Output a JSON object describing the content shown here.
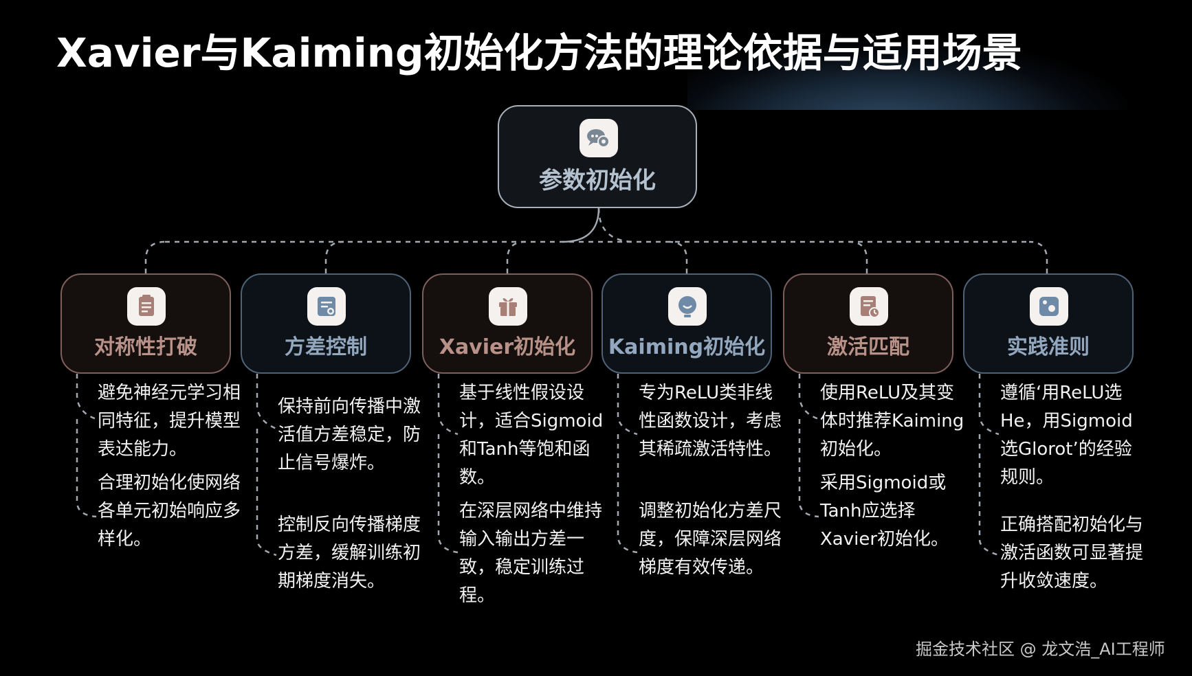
{
  "title": "Xavier与Kaiming初始化方法的理论依据与适用场景",
  "root": {
    "label": "参数初始化",
    "icon": "gears-chat-icon"
  },
  "nodes": [
    {
      "label": "对称性打破",
      "icon": "clipboard-icon",
      "tone": "warm",
      "desc": [
        "避免神经元学习相同特征，提升模型表达能力。",
        "合理初始化使网络各单元初始响应多样化。"
      ]
    },
    {
      "label": "方差控制",
      "icon": "form-icon",
      "tone": "cool",
      "desc": [
        "保持前向传播中激活值方差稳定，防止信号爆炸。",
        "控制反向传播梯度方差，缓解训练初期梯度消失。"
      ]
    },
    {
      "label": "Xavier初始化",
      "icon": "gift-icon",
      "tone": "warm",
      "desc": [
        "基于线性假设设计，适合Sigmoid和Tanh等饱和函数。",
        "在深层网络中维持输入输出方差一致，稳定训练过程。"
      ]
    },
    {
      "label": "Kaiming初始化",
      "icon": "bulb-icon",
      "tone": "cool",
      "desc": [
        "专为ReLU类非线性函数设计，考虑其稀疏激活特性。",
        "调整初始化方差尺度，保障深层网络梯度有效传递。"
      ]
    },
    {
      "label": "激活匹配",
      "icon": "document-icon",
      "tone": "warm",
      "desc": [
        "使用ReLU及其变体时推荐Kaiming初始化。",
        "采用Sigmoid或Tanh应选择Xavier初始化。"
      ]
    },
    {
      "label": "实践准则",
      "icon": "dice-icon",
      "tone": "cool",
      "desc": [
        "遵循‘用ReLU选He，用Sigmoid选Glorot’的经验规则。",
        "正确搭配初始化与激活函数可显著提升收敛速度。"
      ]
    }
  ],
  "watermark": "掘金技术社区 @ 龙文浩_AI工程师"
}
